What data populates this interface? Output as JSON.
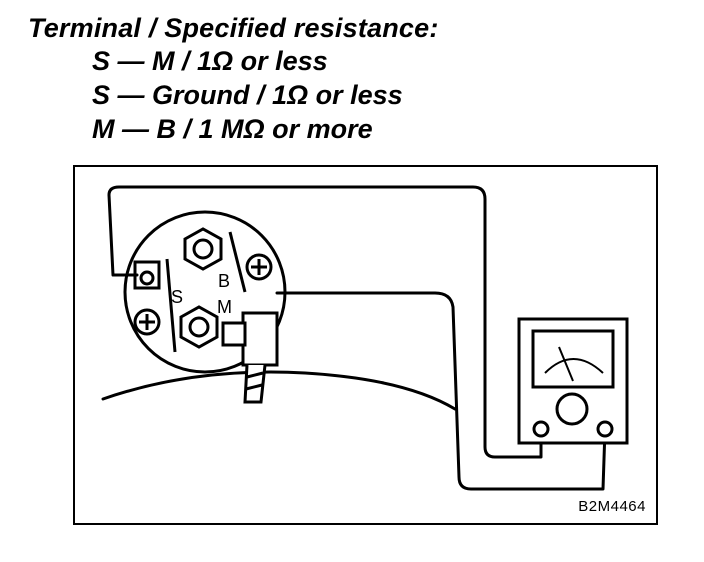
{
  "heading": "Terminal / Specified resistance:",
  "specs": [
    "S — M / 1Ω or less",
    "S — Ground / 1Ω or less",
    "M — B / 1 MΩ or more"
  ],
  "figure": {
    "terminal_labels": {
      "s": "S",
      "b": "B",
      "m": "M"
    },
    "figure_code": "B2M4464",
    "icons": [
      "solenoid-switch-icon",
      "terminal-nut-icon",
      "plus-screw-icon",
      "ohmmeter-icon",
      "test-lead-icon"
    ]
  }
}
